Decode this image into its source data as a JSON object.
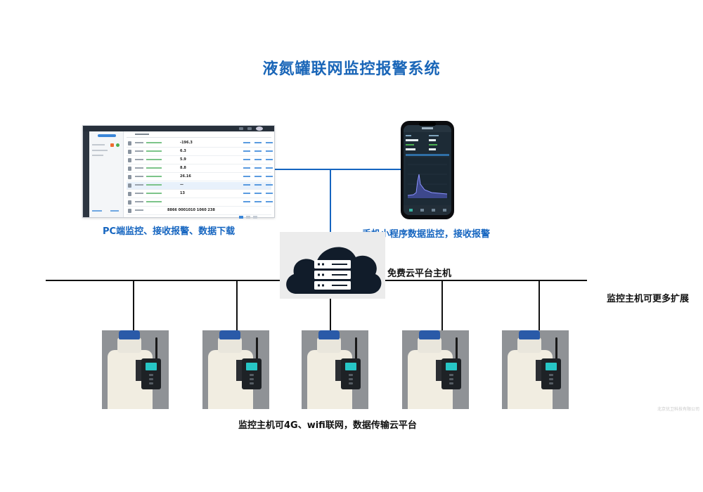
{
  "title": "液氮罐联网监控报警系统",
  "captions": {
    "pc": "PC端监控、接收报警、数据下载",
    "mobile": "手机小程序数据监控，接收报警",
    "cloud": "免费云平台主机",
    "expand": "监控主机可更多扩展",
    "network": "监控主机可4G、wifi联网，数据传输云平台"
  },
  "pc_values": [
    "-196.3",
    "6.3",
    "5.9",
    "8.8",
    "26.16",
    "—",
    "13",
    "",
    "8866 0001010 1060 238"
  ],
  "watermark": "北京优卫科技有限公司",
  "colors": {
    "title": "#1a66b8",
    "caption_blue": "#1565c0",
    "link_line": "#1565c0",
    "bus_line": "#111111",
    "cloud": "#111c2a"
  }
}
